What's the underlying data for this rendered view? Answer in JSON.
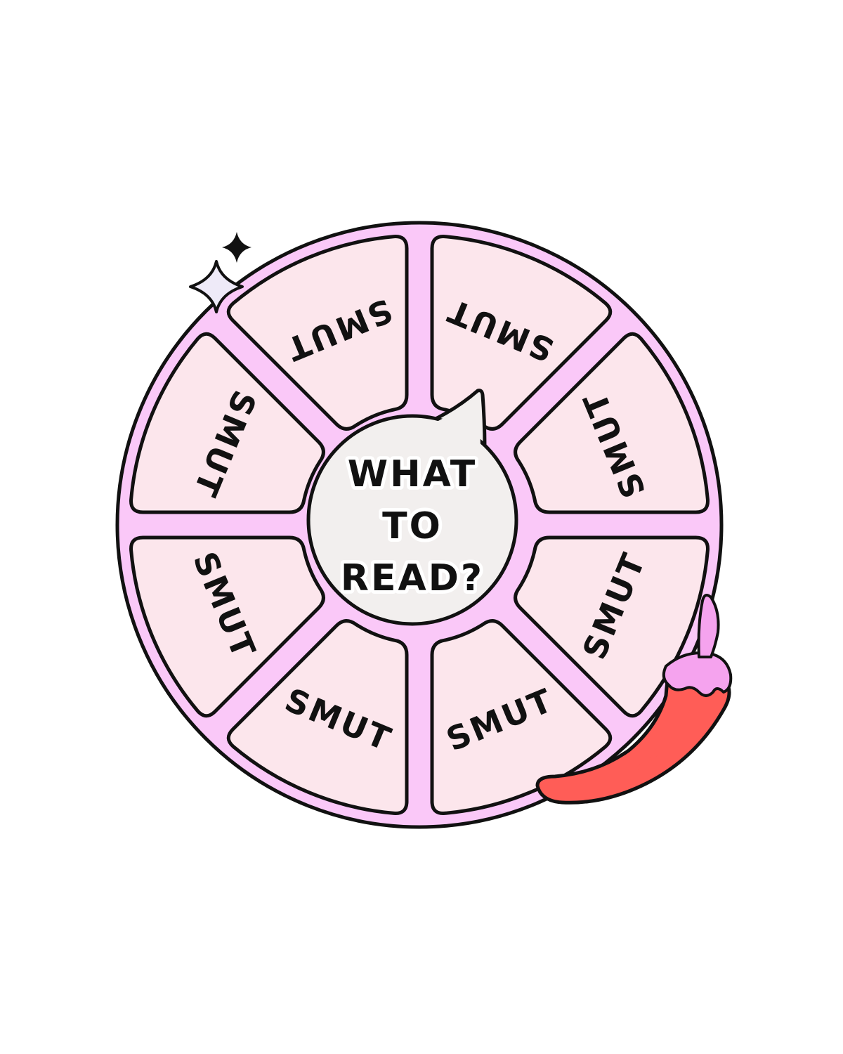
{
  "wheel": {
    "center_lines": [
      "WHAT",
      "TO",
      "READ?"
    ],
    "segments": [
      "SMUT",
      "SMUT",
      "SMUT",
      "SMUT",
      "SMUT",
      "SMUT",
      "SMUT",
      "SMUT"
    ]
  },
  "colors": {
    "rim": "#FAC8F8",
    "segment_fill": "#FCE6EC",
    "hub_fill": "#F2EFEE",
    "outline": "#111111",
    "chili_red": "#FF5D57",
    "chili_stem": "#F5A3EE",
    "sparkle_light": "#EEEAF8"
  },
  "icons": [
    "sparkle-icon",
    "chili-pepper-icon"
  ]
}
